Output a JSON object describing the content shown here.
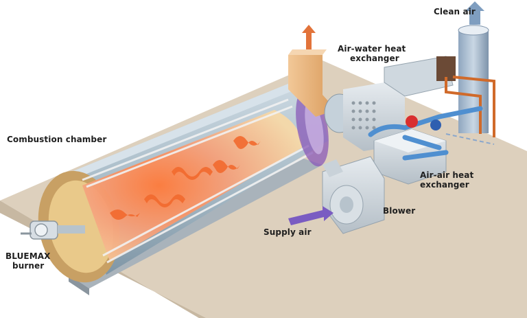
{
  "labels": {
    "clean_air": "Clean air",
    "air_water_hx_line1": "Air-water heat",
    "air_water_hx_line2": "exchanger",
    "combustion_chamber": "Combustion chamber",
    "air_air_hx_line1": "Air-air heat",
    "air_air_hx_line2": "exchanger",
    "blower": "Blower",
    "supply_air": "Supply air",
    "burner_line1": "BLUEMAX",
    "burner_line2": "burner"
  },
  "colors": {
    "floor": "#ddd0bd",
    "shell": "#a9bcc8",
    "flame": "#f26a2e",
    "duct_orange": "#e9b27a",
    "exhaust_arrow": "#e2733a",
    "blue_pipe": "#4f8fd0",
    "supply_arrow": "#7a5cc2"
  }
}
